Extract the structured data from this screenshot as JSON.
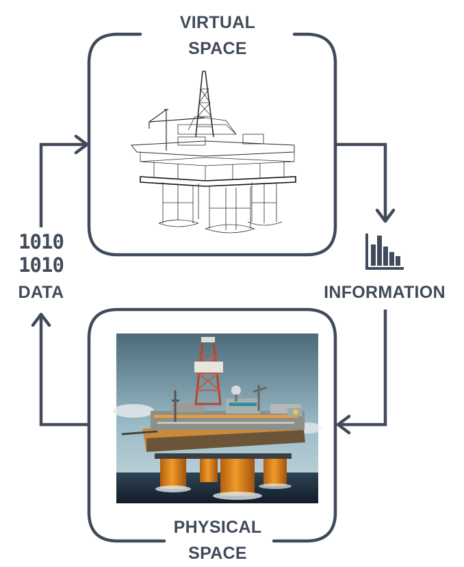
{
  "virtual_space": {
    "line1": "VIRTUAL",
    "line2": "SPACE"
  },
  "physical_space": {
    "line1": "PHYSICAL",
    "line2": "SPACE"
  },
  "data": {
    "binary_line1": "1010",
    "binary_line2": "1010",
    "label": "DATA"
  },
  "information": {
    "label": "INFORMATION"
  },
  "icons": {
    "wireframe": "wireframe-oil-platform-icon",
    "chart": "bar-chart-icon",
    "photo": "oil-platform-photo"
  },
  "colors": {
    "frame": "#414a5a",
    "rig_orange": "#e28a1e",
    "sea": "#1a2838",
    "sky": "#8eb3c2"
  }
}
